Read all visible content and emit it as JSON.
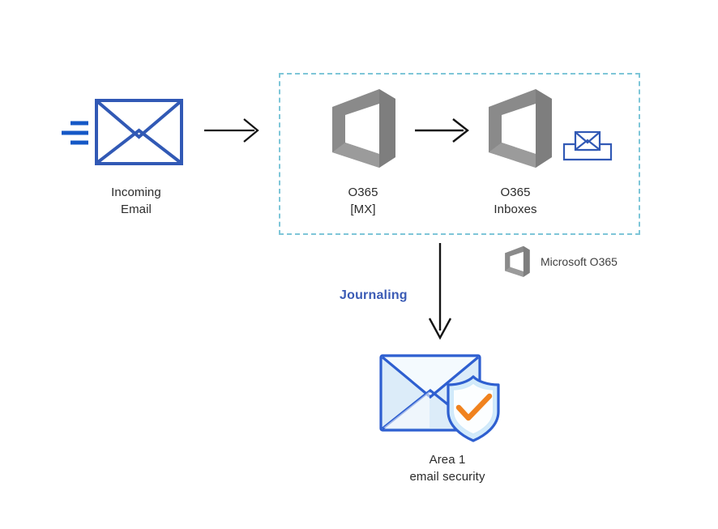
{
  "diagram": {
    "title_present": false,
    "background_color": "#ffffff",
    "colors": {
      "envelope_blue": "#3159b5",
      "speed_line_blue": "#1558c6",
      "office_gray": "#808080",
      "dashed_teal": "#7ec6d8",
      "arrow_black": "#141414",
      "journaling_blue": "#3b5bb5",
      "shield_orange": "#f0821e",
      "shield_light_blue": "#d6ecfb",
      "envelope_fill_light": "#e4f1fb",
      "text_dark": "#2b2b2b",
      "legend_text": "#3f3f3f"
    },
    "nodes": [
      {
        "id": "incoming-email",
        "icon": "envelope-with-motion-lines-icon",
        "label": "Incoming\nEmail"
      },
      {
        "id": "o365-mx",
        "icon": "office-365-logo-icon",
        "label": "O365\n[MX]"
      },
      {
        "id": "o365-inboxes",
        "icon": "office-365-logo-icon",
        "secondary_icon": "inbox-tray-envelope-icon",
        "label": "O365\nInboxes"
      },
      {
        "id": "area-1-email-security",
        "icon": "envelope-with-shield-check-icon",
        "label": "Area 1\nemail security"
      }
    ],
    "edges": [
      {
        "id": "edge-incoming-to-mx",
        "from": "incoming-email",
        "to": "o365-mx",
        "direction": "right",
        "label": ""
      },
      {
        "id": "edge-mx-to-inboxes",
        "from": "o365-mx",
        "to": "o365-inboxes",
        "direction": "right",
        "label": ""
      },
      {
        "id": "edge-inboxes-to-area1",
        "from": "o365-inboxes",
        "to": "area-1-email-security",
        "direction": "down",
        "label": "Journaling"
      }
    ],
    "group_boundary": {
      "id": "microsoft-o365-zone",
      "style": "dashed",
      "color": "#7ec6d8",
      "contains": [
        "o365-mx",
        "o365-inboxes"
      ]
    },
    "legend": {
      "icon": "office-365-logo-icon",
      "label": "Microsoft O365"
    },
    "edge_labels": {
      "journaling": "Journaling"
    }
  }
}
